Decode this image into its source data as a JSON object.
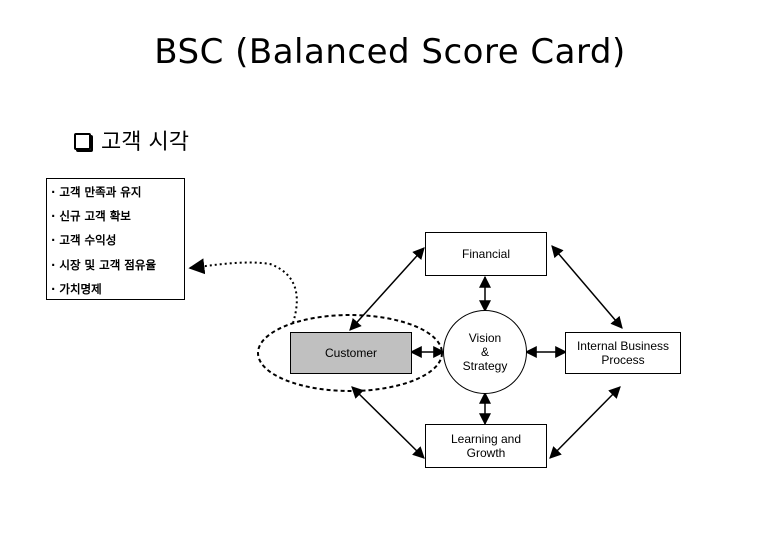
{
  "slide": {
    "title": "BSC (Balanced Score Card)",
    "section_heading": "고객 시각",
    "customer_perspective_items": [
      "고객 만족과 유지",
      "신규 고객 확보",
      "고객 수익성",
      "시장 및 고객 점유율",
      "가치명제"
    ]
  },
  "diagram": {
    "financial": "Financial",
    "customer": "Customer",
    "vision": [
      "Vision",
      "&",
      "Strategy"
    ],
    "internal": [
      "Internal Business",
      "Process"
    ],
    "learning": [
      "Learning and",
      "Growth"
    ]
  }
}
